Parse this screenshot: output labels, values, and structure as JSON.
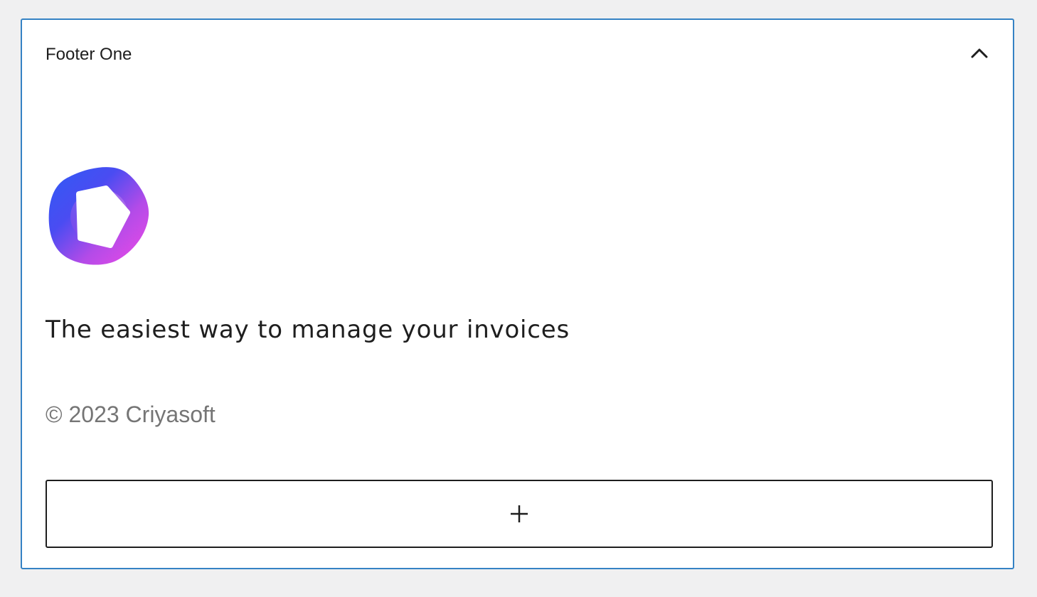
{
  "panel": {
    "title": "Footer One",
    "toggle_icon": "chevron-up-icon"
  },
  "footer": {
    "logo": "ring-logo",
    "tagline": "The easiest way to manage your invoices",
    "copyright": "© 2023 Criyasoft"
  },
  "add_block": {
    "icon": "plus-icon"
  },
  "colors": {
    "accent_border": "#3582c4",
    "text_primary": "#1e1e1e",
    "text_muted": "#757575",
    "background": "#f0f0f1"
  }
}
